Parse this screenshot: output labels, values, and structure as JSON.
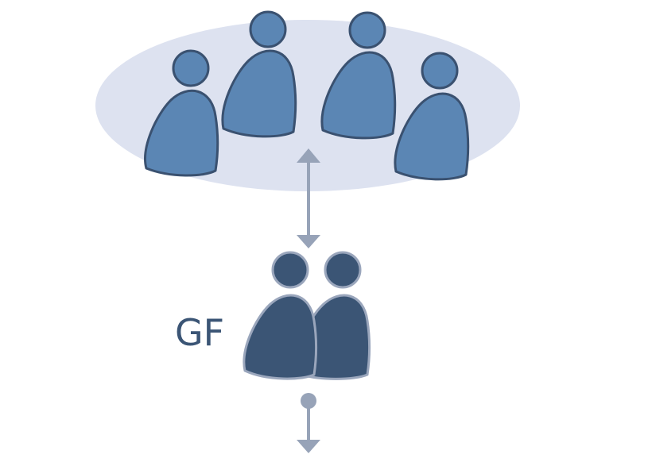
{
  "diagram": {
    "label": "GF",
    "colors": {
      "background": "#ffffff",
      "group_ellipse": "#dde2f0",
      "person_fill": "#5b86b4",
      "person_stroke": "#3a5170",
      "pair_fill": "#3b5575",
      "pair_stroke": "#9aa6bc",
      "arrow": "#97a3b8",
      "label_text": "#3b5575"
    },
    "nodes": [
      {
        "id": "group",
        "kind": "group-of-people",
        "people_count": 4
      },
      {
        "id": "gf",
        "kind": "pair-of-people",
        "people_count": 2,
        "label": "GF"
      }
    ],
    "edges": [
      {
        "from": "group",
        "to": "gf",
        "style": "double-headed-arrow"
      },
      {
        "from": "gf",
        "to": "below",
        "style": "dot-start-arrow"
      }
    ]
  }
}
